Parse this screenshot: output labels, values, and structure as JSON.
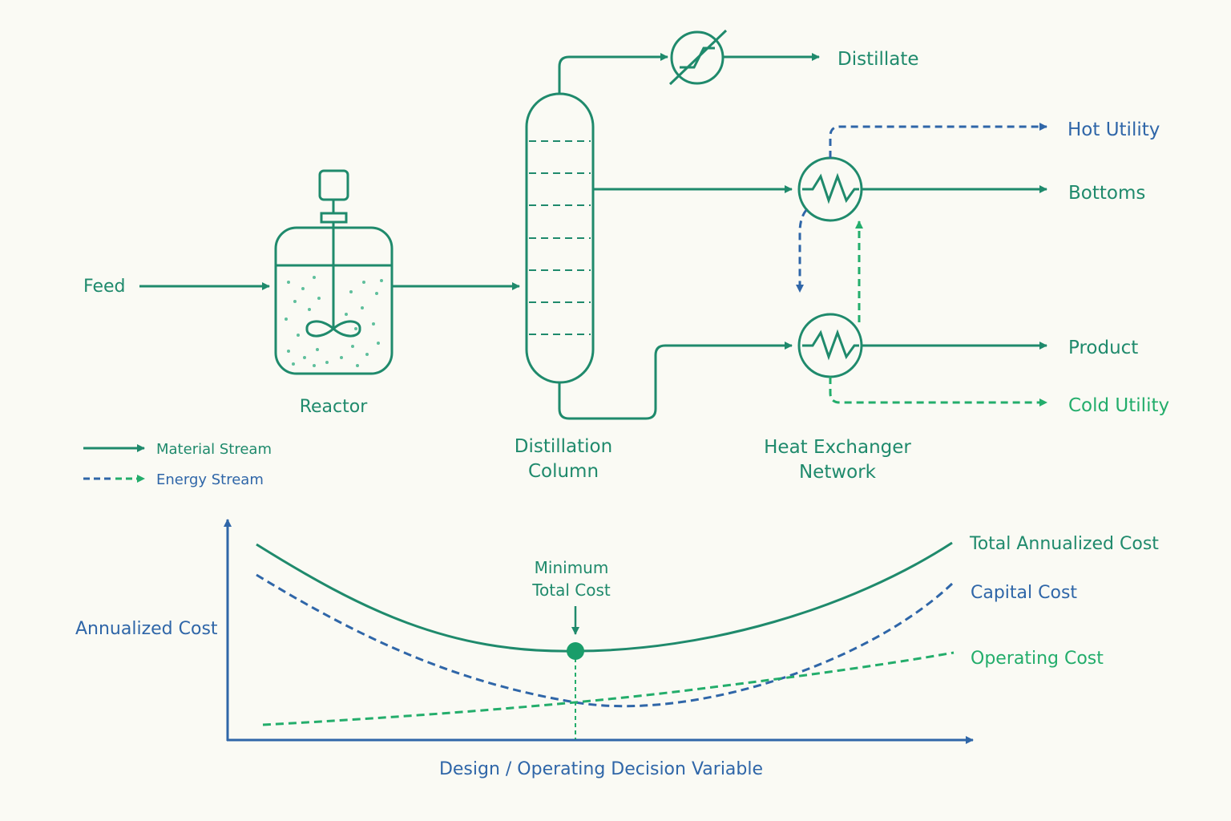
{
  "process": {
    "feed": "Feed",
    "reactor": "Reactor",
    "column_line1": "Distillation",
    "column_line2": "Column",
    "hx_line1": "Heat Exchanger",
    "hx_line2": "Network",
    "distillate": "Distillate",
    "hot_utility": "Hot Utility",
    "bottoms": "Bottoms",
    "product": "Product",
    "cold_utility": "Cold Utility"
  },
  "legend": {
    "material": "Material Stream",
    "energy": "Energy Stream"
  },
  "colors": {
    "material": "#1f8a6c",
    "hot": "#2f66a8",
    "cold": "#23ad6b",
    "background": "#fafaf4"
  },
  "chart_data": {
    "type": "line",
    "title": "",
    "xlabel": "Design / Operating Decision Variable",
    "ylabel": "Annualized Cost",
    "annotation_line1": "Minimum",
    "annotation_line2": "Total Cost",
    "series": [
      {
        "name": "Total Annualized Cost",
        "style": "solid",
        "color": "#1f8a6c"
      },
      {
        "name": "Capital Cost",
        "style": "dashed",
        "color": "#2f66a8"
      },
      {
        "name": "Operating Cost",
        "style": "dashed",
        "color": "#23ad6b"
      }
    ]
  }
}
